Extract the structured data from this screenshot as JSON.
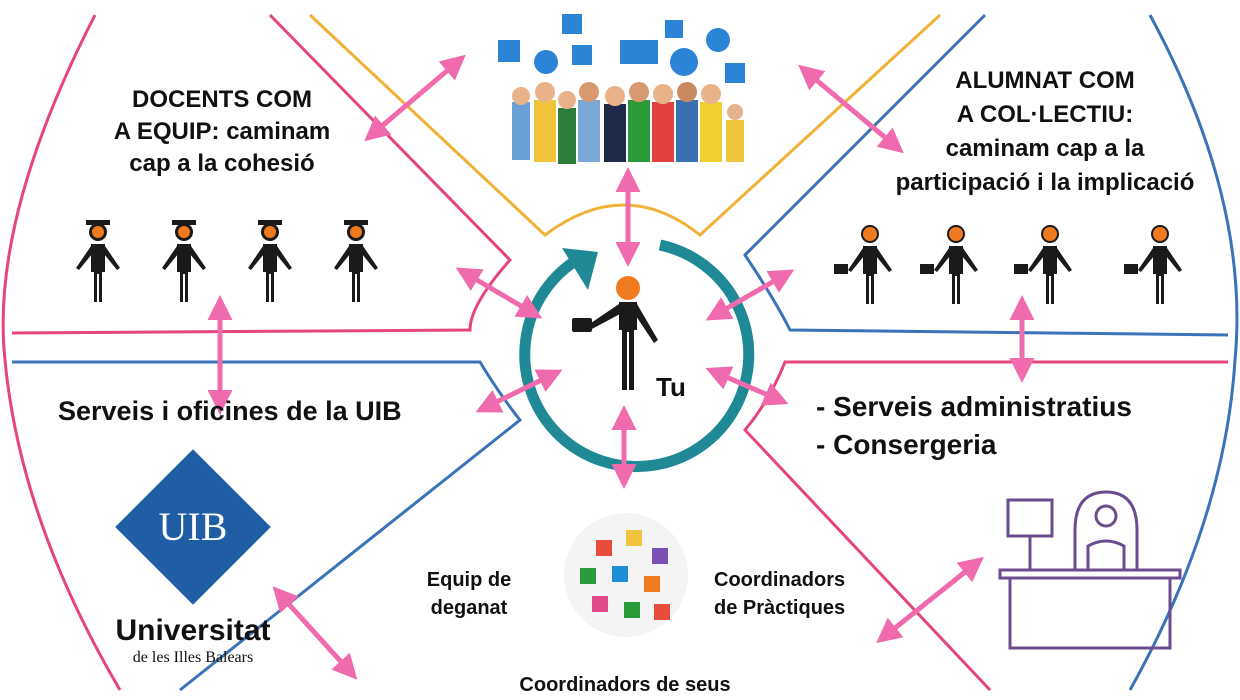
{
  "colors": {
    "pink": "#e5457a",
    "blue": "#3a73b8",
    "orange": "#f0b136",
    "arrow": "#f06aae",
    "ring": "#1f8a96",
    "figure": "#1a1a1a",
    "head_orange": "#f07a1f",
    "uib_blue": "#1f5ea5",
    "office_purple": "#6b4c8f"
  },
  "icons": [
    "person-icon",
    "graduation-cap-icon",
    "briefcase-icon",
    "crowd-icon",
    "puzzle-icon",
    "uib-logo",
    "reception-desk-icon"
  ],
  "docents": {
    "line1": "DOCENTS COM",
    "line2": "A EQUIP: caminam",
    "line3": "cap a la cohesió"
  },
  "alumnat": {
    "line1": "ALUMNAT COM",
    "line2": "A COL·LECTIU:",
    "line3": "caminam cap a la",
    "line4": "participació i la implicació"
  },
  "serveis_uib": "Serveis i oficines de la UIB",
  "admin": {
    "item1": "-  Serveis administratius",
    "item2": "-  Consergeria"
  },
  "center_label": "Tu",
  "equip": {
    "line1": "Equip de",
    "line2": "deganat"
  },
  "coordinadors_practiques": {
    "line1": "Coordinadors",
    "line2": "de Pràctiques"
  },
  "coordinadors_seus": "Coordinadors de seus",
  "uib_logo": {
    "mark": "UIB",
    "name": "Universitat",
    "sub": "de les Illes Balears"
  }
}
